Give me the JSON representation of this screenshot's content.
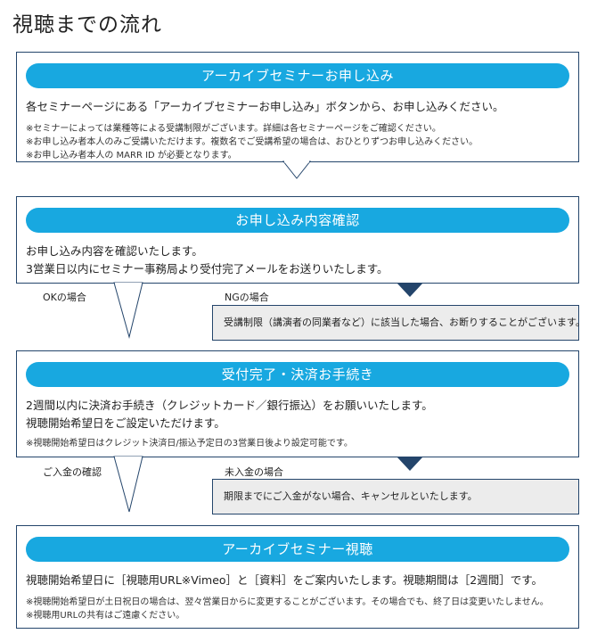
{
  "page": {
    "title": "視聴までの流れ"
  },
  "steps": [
    {
      "heading": "アーカイブセミナーお申し込み",
      "lines": [
        "各セミナーページにある「アーカイブセミナーお申し込み」ボタンから、お申し込みください。"
      ],
      "notes": [
        "※セミナーによっては業種等による受講制限がございます。詳細は各セミナーページをご確認ください。",
        "※お申し込み者本人のみご受講いただけます。複数名でご受講希望の場合は、おひとりずつお申し込みください。",
        "※お申し込み者本人の MARR ID が必要となります。"
      ]
    },
    {
      "heading": "お申し込み内容確認",
      "lines": [
        "お申し込み内容を確認いたします。",
        "3営業日以内にセミナー事務局より受付完了メールをお送りいたします。"
      ],
      "notes": []
    },
    {
      "heading": "受付完了・決済お手続き",
      "lines": [
        "2週間以内に決済お手続き（クレジットカード／銀行振込）をお願いいたします。",
        "視聴開始希望日をご設定いただけます。"
      ],
      "notes": [
        "※視聴開始希望日はクレジット決済日/振込予定日の3営業日後より設定可能です。"
      ]
    },
    {
      "heading": "アーカイブセミナー視聴",
      "lines": [
        "視聴開始希望日に［視聴用URL※Vimeo］と［資料］をご案内いたします。視聴期間は［2週間］です。"
      ],
      "notes": [
        "※視聴開始希望日が土日祝日の場合は、翌々営業日からに変更することがございます。その場合でも、終了日は変更いたしません。",
        "※視聴用URLの共有はご遠慮ください。"
      ]
    }
  ],
  "branches": [
    {
      "ok_label": "OKの場合",
      "ng_label": "NGの場合",
      "ng_text": "受講制限（講演者の同業者など）に該当した場合、お断りすることがございます。"
    },
    {
      "ok_label": "ご入金の確認",
      "ng_label": "未入金の場合",
      "ng_text": "期限までにご入金がない場合、キャンセルといたします。"
    }
  ],
  "colors": {
    "accent": "#18a8e0",
    "border": "#24456b",
    "ng_bg": "#ececec"
  }
}
